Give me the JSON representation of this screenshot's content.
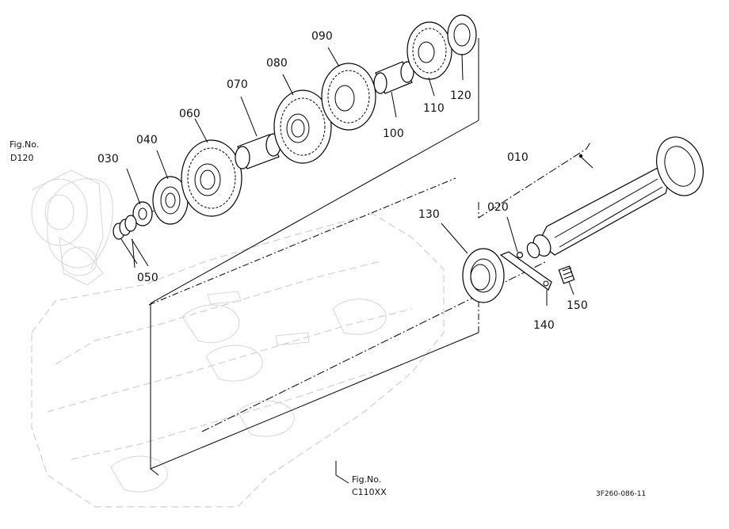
{
  "parts": [
    {
      "id": "p010",
      "label": "010"
    },
    {
      "id": "p020",
      "label": "020"
    },
    {
      "id": "p030",
      "label": "030"
    },
    {
      "id": "p040",
      "label": "040"
    },
    {
      "id": "p050",
      "label": "050"
    },
    {
      "id": "p060",
      "label": "060"
    },
    {
      "id": "p070",
      "label": "070"
    },
    {
      "id": "p080",
      "label": "080"
    },
    {
      "id": "p090",
      "label": "090"
    },
    {
      "id": "p100",
      "label": "100"
    },
    {
      "id": "p110",
      "label": "110"
    },
    {
      "id": "p120",
      "label": "120"
    },
    {
      "id": "p130",
      "label": "130"
    },
    {
      "id": "p140",
      "label": "140"
    },
    {
      "id": "p150",
      "label": "150"
    }
  ],
  "refs": {
    "ref_left": {
      "prefix": "Fig.No.",
      "code": "D120"
    },
    "ref_bottom": {
      "prefix": "Fig.No.",
      "code": "C110XX"
    }
  },
  "drawing_code": "3F260-086-11"
}
